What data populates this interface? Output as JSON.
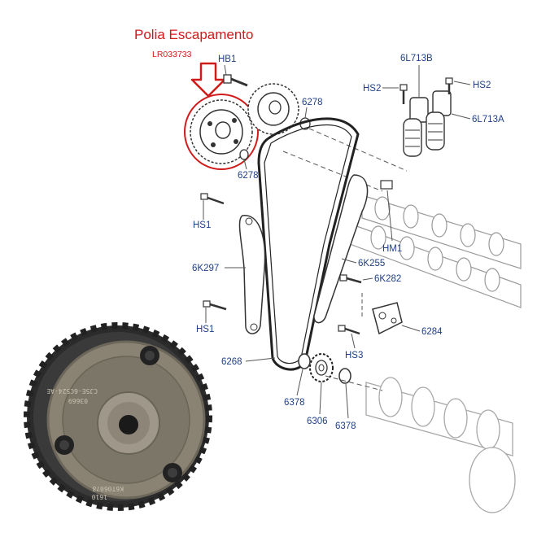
{
  "header": {
    "title": "Polia Escapamento",
    "part_number": "LR033733"
  },
  "callouts": {
    "hb1": "HB1",
    "c6278_top": "6278",
    "c6278_bottom": "6278",
    "c6l713b": "6L713B",
    "c6l713a": "6L713A",
    "hs2_left": "HS2",
    "hs2_right": "HS2",
    "hs1_top": "HS1",
    "hs1_bottom": "HS1",
    "c6k297": "6K297",
    "hm1": "HM1",
    "c6k255": "6K255",
    "c6k282": "6K282",
    "c6284": "6284",
    "hs3": "HS3",
    "c6268": "6268",
    "c6378_left": "6378",
    "c6378_right": "6378",
    "c6306": "6306"
  },
  "photo": {
    "engraving_top": "CJ5E-6C524-AE",
    "engraving_code": "03669",
    "engraving_bottom": "K6T06078",
    "engraving_date": "1610"
  },
  "colors": {
    "title_red": "#d11a1a",
    "callout_blue": "#1f3f86",
    "line_gray": "#555555",
    "gear_metal": "#8a8374",
    "gear_teeth": "#2b2b2b"
  }
}
